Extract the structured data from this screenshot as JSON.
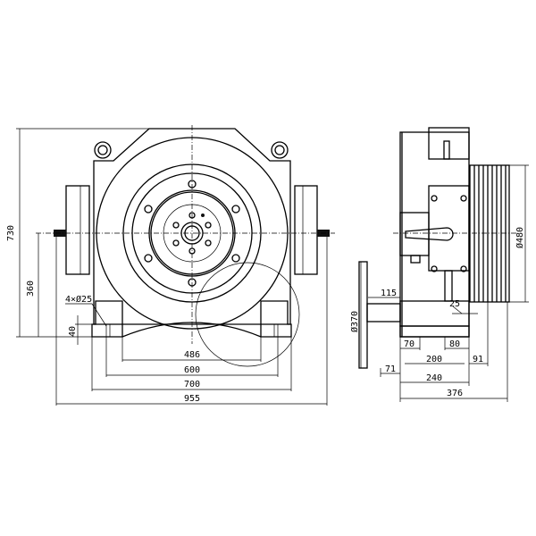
{
  "front_view": {
    "dimensions": {
      "height_total": "730",
      "shaft_height": "360",
      "foot_thickness": "40",
      "holes": "4×Ø25",
      "inner_span": "486",
      "hole_span": "600",
      "foot_span": "700",
      "overall_width": "955"
    }
  },
  "side_view": {
    "dimensions": {
      "handwheel_dia": "Ø370",
      "sheave_dia": "Ø480",
      "shaft_ext": "115",
      "groove": "25",
      "foot_left": "70",
      "foot_right": "80",
      "hole_spacing": "200",
      "sheave_offset": "91",
      "handwheel_offset": "71",
      "base_depth": "240",
      "overall_depth": "376"
    }
  }
}
